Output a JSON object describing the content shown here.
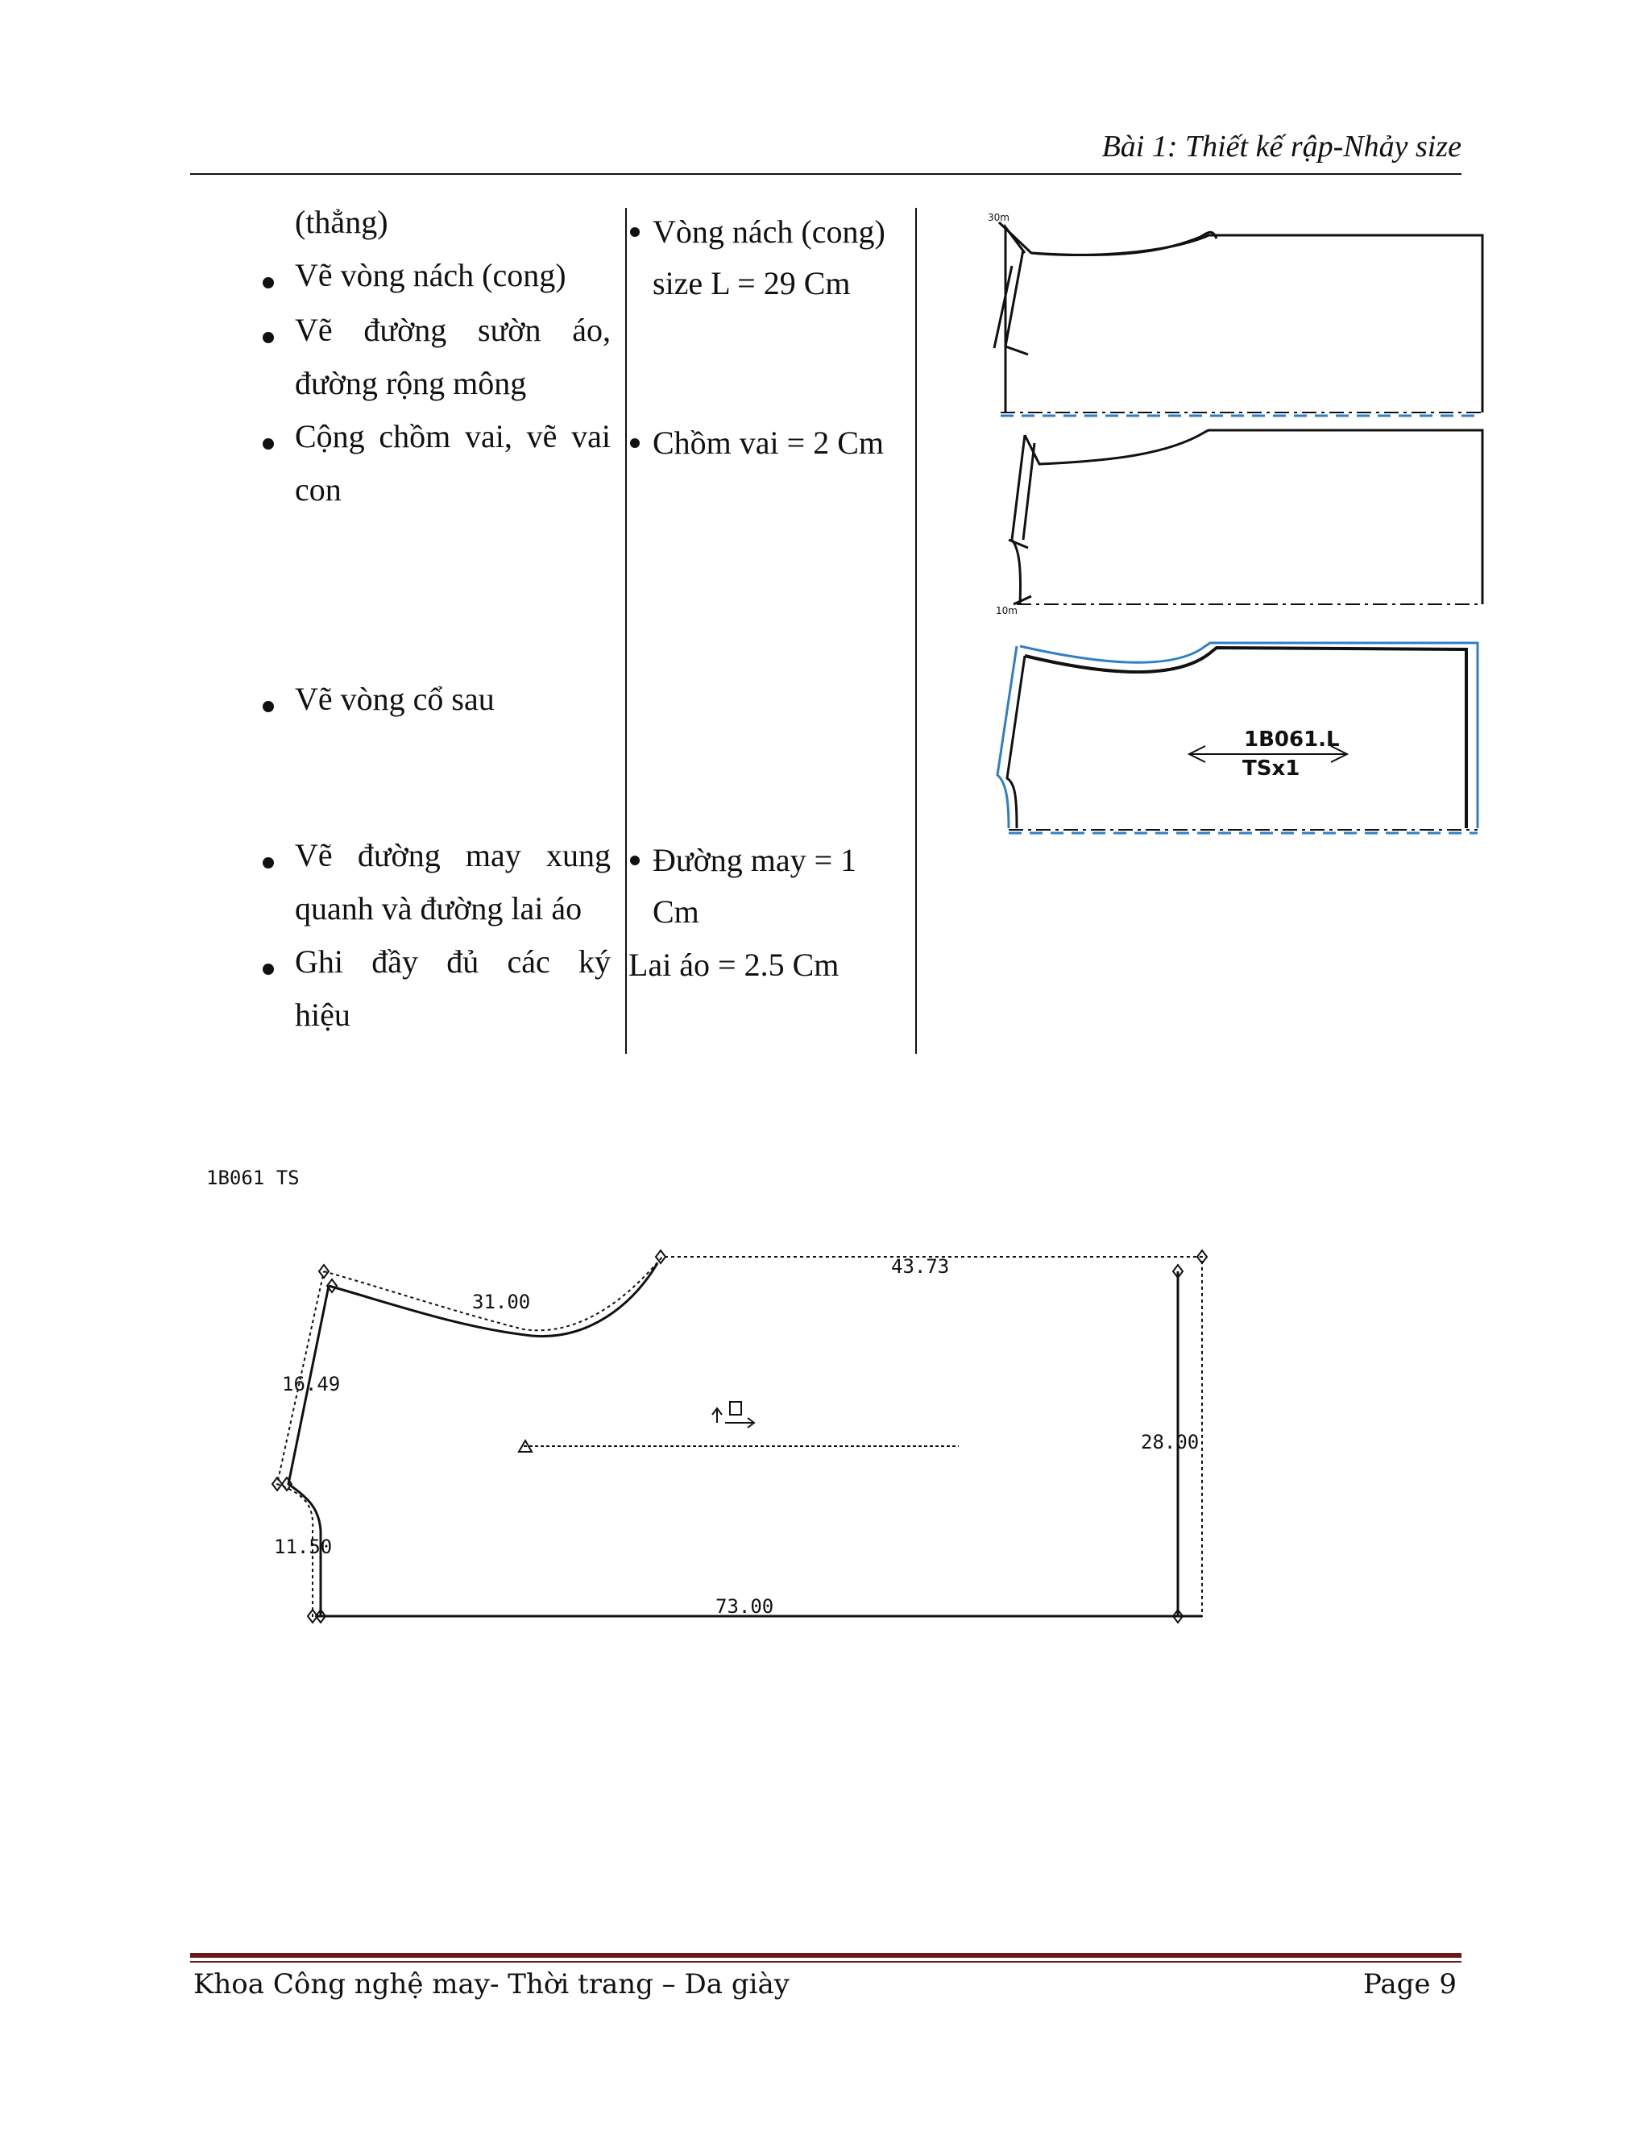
{
  "header": {
    "title": "Bài 1: Thiết kế rập-Nhảy size"
  },
  "steps": {
    "l0": "(thẳng)",
    "s1": "Vẽ vòng nách (cong)",
    "s2a": "Vẽ đường sườn áo,",
    "s2b": "đường rộng mông",
    "s3a": "Cộng chồm vai, vẽ vai",
    "s3b": "con",
    "s4": "Vẽ vòng cổ sau",
    "s5a": "Vẽ đường may xung",
    "s5b": "quanh và đường lai áo",
    "s6a": "Ghi đầy đủ các ký",
    "s6b": "hiệu"
  },
  "notes": {
    "n1a": "Vòng nách (cong)",
    "n1b": "size L = 29 Cm",
    "n2": "Chồm vai = 2 Cm",
    "n3a": "Đường may = 1",
    "n3b": "Cm",
    "n4": "Lai áo = 2.5 Cm"
  },
  "figure_labels": {
    "pattern_code": "1B061.L",
    "pattern_qty": "TSx1"
  },
  "cad": {
    "title": "1B061 TS",
    "dim_top_curve": "31.00",
    "dim_top_straight": "43.73",
    "dim_shoulder": "16.49",
    "dim_right": "28.00",
    "dim_neck": "11.50",
    "dim_bottom": "73.00"
  },
  "footer": {
    "left": "Khoa Công nghệ may- Thời trang – Da giày",
    "right": "Page 9"
  }
}
